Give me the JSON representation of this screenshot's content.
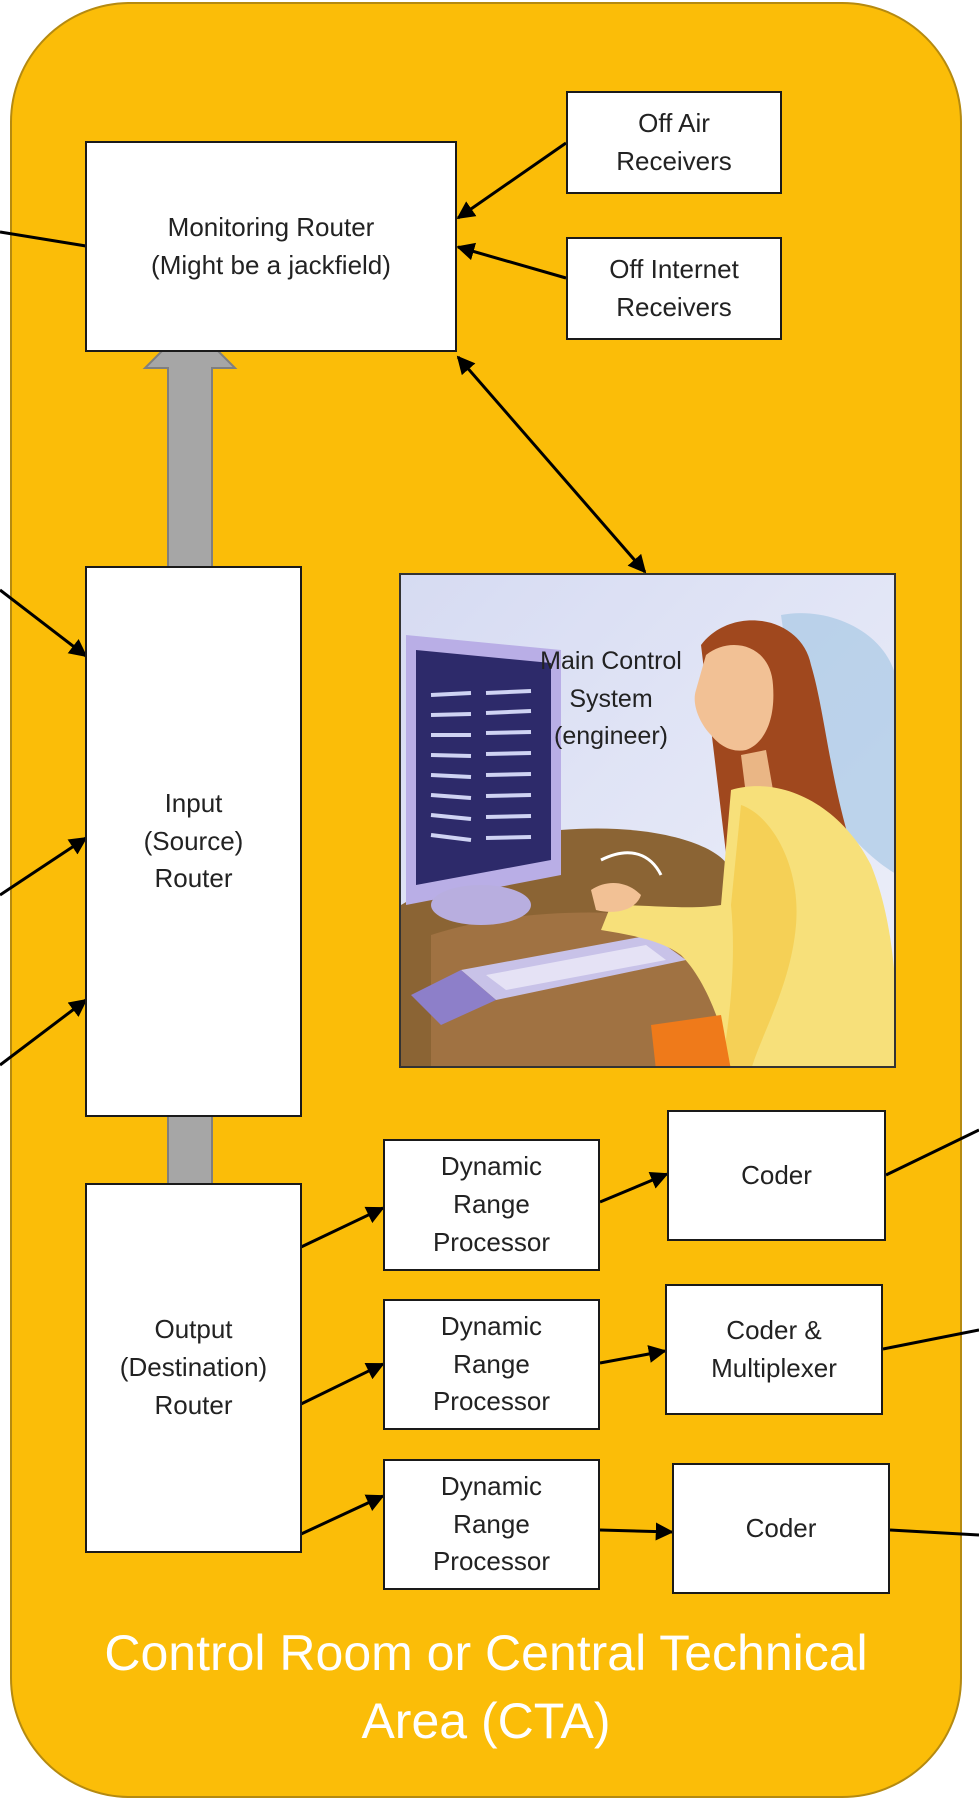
{
  "diagram": {
    "area_label": "Control Room or Central Technical\nArea (CTA)",
    "boxes": {
      "monitoring_router": "Monitoring Router\n(Might be a jackfield)",
      "off_air_receivers": "Off Air\nReceivers",
      "off_internet_receivers": "Off Internet\nReceivers",
      "input_router": "Input\n(Source)\nRouter",
      "output_router": "Output\n(Destination)\nRouter",
      "drp_1": "Dynamic\nRange\nProcessor",
      "drp_2": "Dynamic\nRange\nProcessor",
      "drp_3": "Dynamic\nRange\nProcessor",
      "coder_1": "Coder",
      "coder_multiplexer": "Coder &\nMultiplexer",
      "coder_3": "Coder"
    },
    "main_control_label": "Main Control\nSystem\n(engineer)"
  },
  "colors": {
    "area_fill": "#fbbd08",
    "box_fill": "#ffffff",
    "double_arrow": "#a6a6a6",
    "connector": "#000000",
    "title_text": "#ffffff"
  }
}
